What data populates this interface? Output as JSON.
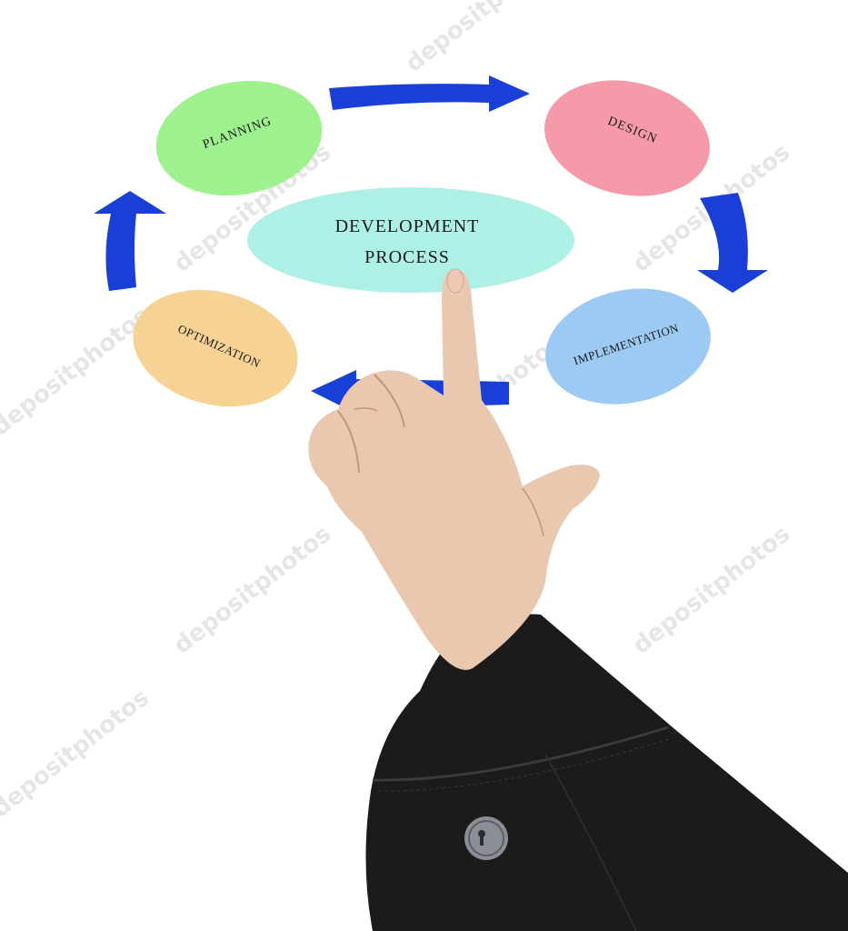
{
  "diagram": {
    "center": {
      "line1": "DEVELOPMENT",
      "line2": "PROCESS",
      "fill": "#aef0e6"
    },
    "nodes": [
      {
        "id": "planning",
        "label": "PLANNING",
        "fill": "#9ff08f"
      },
      {
        "id": "design",
        "label": "DESIGN",
        "fill": "#f59aa8"
      },
      {
        "id": "implementation",
        "label": "IMPLEMENTATION",
        "fill": "#9ccaf3"
      },
      {
        "id": "optimization",
        "label": "OPTIMIZATION",
        "fill": "#f6d395"
      }
    ],
    "arrow_color": "#1a3fd6"
  },
  "watermark": {
    "text": "depositphotos"
  },
  "colors": {
    "sleeve": "#1b1b1b",
    "skin": "#eac8b0",
    "button": "#8a8f95"
  }
}
